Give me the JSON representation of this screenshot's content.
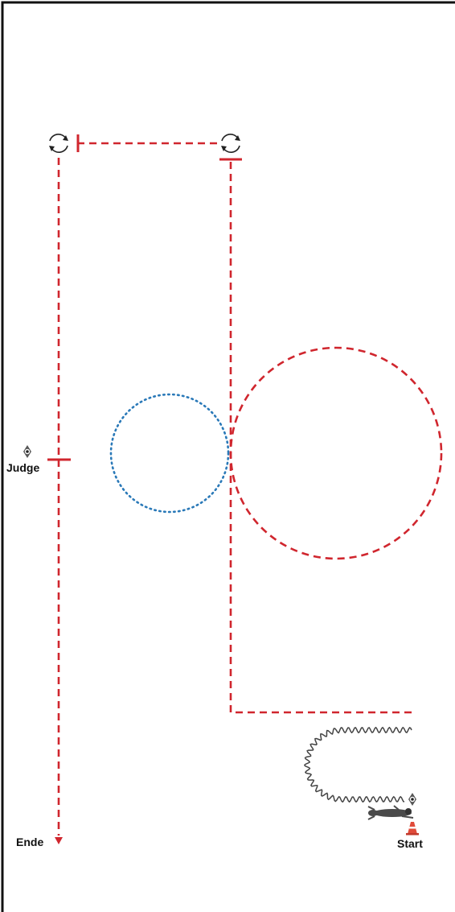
{
  "labels": {
    "judge": "Judge",
    "end": "Ende",
    "start": "Start"
  },
  "colors": {
    "border": "#111111",
    "route": "#d0262e",
    "circle_dotted": "#2a79b8",
    "leash": "#444444",
    "background": "#ffffff"
  },
  "icons": {
    "turn": "rotate-arrows-icon",
    "judge": "judge-eye-icon",
    "cone": "traffic-cone-icon",
    "handler": "handler-with-dog-icon",
    "arrow": "arrow-down-icon"
  }
}
